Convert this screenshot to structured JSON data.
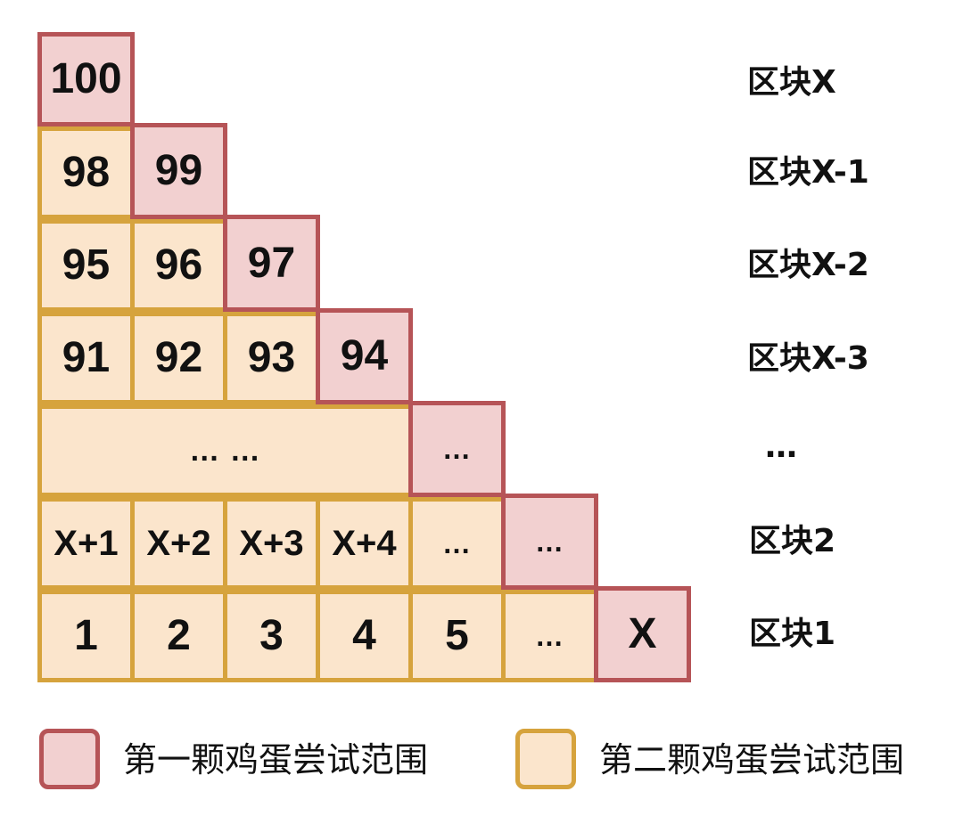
{
  "grid": {
    "row_x": {
      "label": "区块X",
      "cells": [
        "100"
      ]
    },
    "row_x_minus_1": {
      "label": "区块X-1",
      "cells": [
        "98",
        "99"
      ]
    },
    "row_x_minus_2": {
      "label": "区块X-2",
      "cells": [
        "95",
        "96",
        "97"
      ]
    },
    "row_x_minus_3": {
      "label": "区块X-3",
      "cells": [
        "91",
        "92",
        "93",
        "94"
      ]
    },
    "row_ellipsis": {
      "label": "…",
      "merged": "… …",
      "first_cell": "…"
    },
    "row_2": {
      "label": "区块2",
      "cells": [
        "X+1",
        "X+2",
        "X+3",
        "X+4",
        "…",
        "…"
      ]
    },
    "row_1": {
      "label": "区块1",
      "cells": [
        "1",
        "2",
        "3",
        "4",
        "5",
        "…",
        "X"
      ]
    }
  },
  "legend": {
    "first_egg": "第一颗鸡蛋尝试范围",
    "second_egg": "第二颗鸡蛋尝试范围"
  },
  "colors": {
    "first_fill": "#f2d0d0",
    "first_border": "#b65457",
    "second_fill": "#fbe5cc",
    "second_border": "#d6a33d"
  }
}
